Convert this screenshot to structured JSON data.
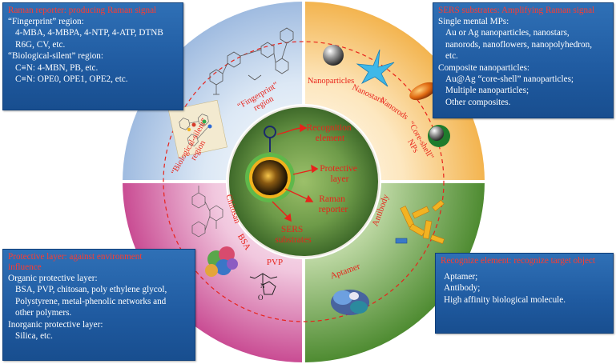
{
  "panels": {
    "raman": {
      "title": "Raman reporter: producing Raman signal",
      "lines": [
        {
          "t": "“Fingerprint” region:",
          "indent": false
        },
        {
          "t": "4-MBA, 4-MBPA, 4-NTP, 4-ATP, DTNB",
          "indent": true
        },
        {
          "t": "R6G, CV, etc.",
          "indent": true
        },
        {
          "t": "“Biological-silent” region:",
          "indent": false
        },
        {
          "t": "C≡N: 4-MBN, PB, etc.",
          "indent": true
        },
        {
          "t": "C≡N: OPE0, OPE1, OPE2, etc.",
          "indent": true
        }
      ]
    },
    "sers": {
      "title": "SERS substrates: Amplifying Raman signal",
      "lines": [
        {
          "t": "Single mental MPs:",
          "indent": false
        },
        {
          "t": "Au or Ag nanoparticles, nanostars,",
          "indent": true
        },
        {
          "t": "nanorods, nanoflowers, nanopolyhedron,",
          "indent": true
        },
        {
          "t": "etc.",
          "indent": true
        },
        {
          "t": "Composite nanoparticles:",
          "indent": false
        },
        {
          "t": "Au@Ag “core-shell” nanoparticles;",
          "indent": true
        },
        {
          "t": "Multiple nanoparticles;",
          "indent": true
        },
        {
          "t": "Other composites.",
          "indent": true
        }
      ]
    },
    "protective": {
      "title": "Protective layer: against environment influence",
      "lines": [
        {
          "t": "Organic protective layer:",
          "indent": false
        },
        {
          "t": "BSA, PVP, chitosan, poly ethylene glycol,",
          "indent": true
        },
        {
          "t": "Polystyrene, metal-phenolic networks and",
          "indent": true
        },
        {
          "t": "other polymers.",
          "indent": true
        },
        {
          "t": "Inorganic protective layer:",
          "indent": false
        },
        {
          "t": "Silica, etc.",
          "indent": true
        }
      ]
    },
    "recognition": {
      "title": "Recognize element: recognize target object",
      "lines": [
        {
          "t": "Aptamer;",
          "indent": false
        },
        {
          "t": "Antibody;",
          "indent": false
        },
        {
          "t": "High affinity biological molecule.",
          "indent": false
        }
      ]
    }
  },
  "center_labels": {
    "recognition": [
      "Recognition",
      "element"
    ],
    "protective": [
      "Protective",
      "layer"
    ],
    "raman": [
      "Raman",
      "reporter"
    ],
    "sers": [
      "SERS",
      "substrates"
    ]
  },
  "quadrant_labels": {
    "fingerprint": [
      "“Fingerprint”",
      "region"
    ],
    "silent": [
      "“Biological-silent”",
      "region"
    ],
    "nanoparticles": "Nanoparticles",
    "nanostars": "Nanostars",
    "nanorods": "Nanorods",
    "coreshell": [
      "“Core-shell”",
      "NPs"
    ],
    "chitosan": "Chitosan",
    "bsa": "BSA",
    "pvp": "PVP",
    "antibody": "Antibody",
    "aptamer": "Aptamer"
  },
  "colors": {
    "panel_title": "#ff3b2f",
    "label_red": "#e8231b",
    "q_top_left": "#a9c3e3",
    "q_top_right": "#f6c46a",
    "q_bottom_left": "#cf5a9b",
    "q_bottom_right": "#5c9a3d",
    "ring": "#f4f1ec",
    "core_green": "#4f7e3a"
  }
}
